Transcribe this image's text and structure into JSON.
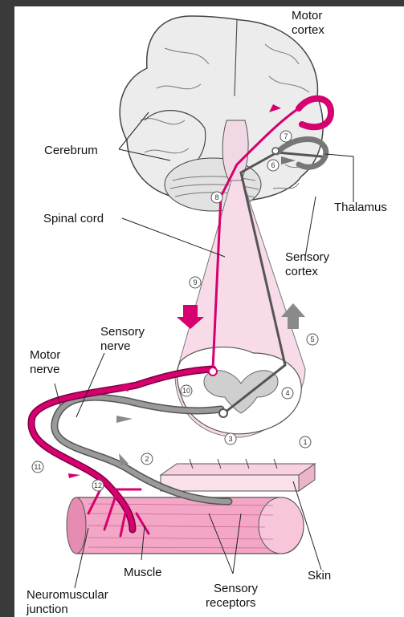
{
  "labels": {
    "motor_cortex_1": "Motor",
    "motor_cortex_2": "cortex",
    "cerebrum": "Cerebrum",
    "thalamus": "Thalamus",
    "spinal_cord": "Spinal cord",
    "sensory_cortex_1": "Sensory",
    "sensory_cortex_2": "cortex",
    "sensory_nerve_1": "Sensory",
    "sensory_nerve_2": "nerve",
    "motor_nerve_1": "Motor",
    "motor_nerve_2": "nerve",
    "muscle": "Muscle",
    "skin": "Skin",
    "neuromuscular_1": "Neuromuscular",
    "neuromuscular_2": "junction",
    "sensory_receptors_1": "Sensory",
    "sensory_receptors_2": "receptors"
  },
  "steps": [
    "1",
    "2",
    "3",
    "4",
    "5",
    "6",
    "7",
    "8",
    "9",
    "10",
    "11",
    "12"
  ],
  "colors": {
    "motor_path": "#d6006e",
    "sensory_path": "#8a8a8a",
    "tissue_pink": "#f4c6dc",
    "background": "#3a3a3a"
  }
}
